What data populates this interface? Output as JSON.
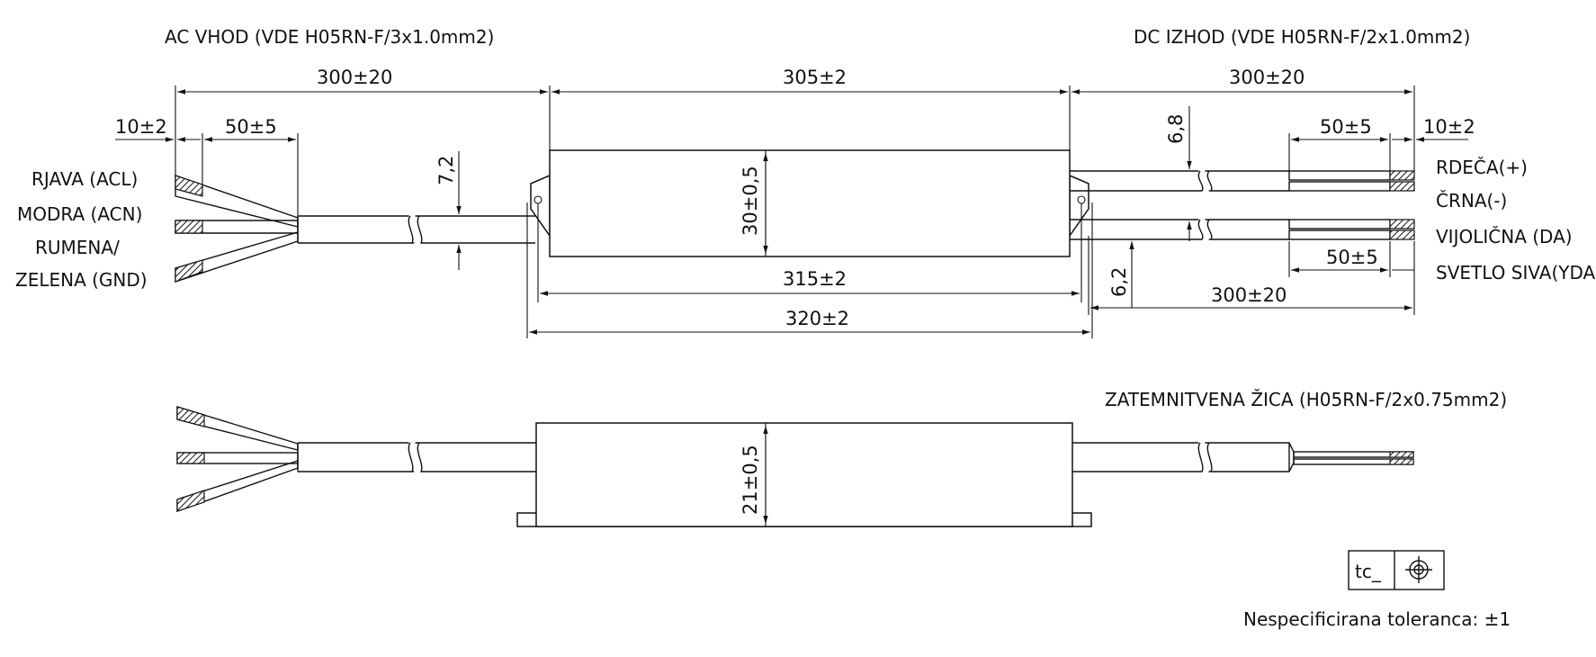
{
  "headers": {
    "ac_input": "AC VHOD (VDE H05RN-F/3x1.0mm2)",
    "dc_output": "DC IZHOD (VDE H05RN-F/2x1.0mm2)",
    "dimming_wire": "ZATEMNITVENA ŽICA (H05RN-F/2x0.75mm2)"
  },
  "left_wires": {
    "brown": "RJAVA (ACL)",
    "blue": "MODRA (ACN)",
    "yellow_green_line1": "RUMENA/",
    "yellow_green_line2": "ZELENA (GND)"
  },
  "right_wires": {
    "red": "RDEČA(+)",
    "black": "ČRNA(-)",
    "violet": "VIJOLIČNA (DA)",
    "light_grey": "SVETLO SIVA(YDA)"
  },
  "dimensions": {
    "ac_cable_length": "300±20",
    "body_length": "305±2",
    "dc_cable_length_top": "300±20",
    "ac_strip": "10±2",
    "ac_outer_strip": "50±5",
    "dc_outer_strip_top": "50±5",
    "dc_strip": "10±2",
    "ac_cable_dia": "7,2",
    "body_height": "30±0,5",
    "dc_top_offset": "6,8",
    "dc_bottom_offset": "6,2",
    "mounting_holes": "315±2",
    "overall_length": "320±2",
    "dim_cable_strip": "50±5",
    "dim_cable_length": "300±20",
    "body_depth": "21±0,5"
  },
  "symbol": {
    "tc_label": "tc_"
  },
  "notes": {
    "tolerance": "Nespecificirana toleranca: ±1"
  }
}
